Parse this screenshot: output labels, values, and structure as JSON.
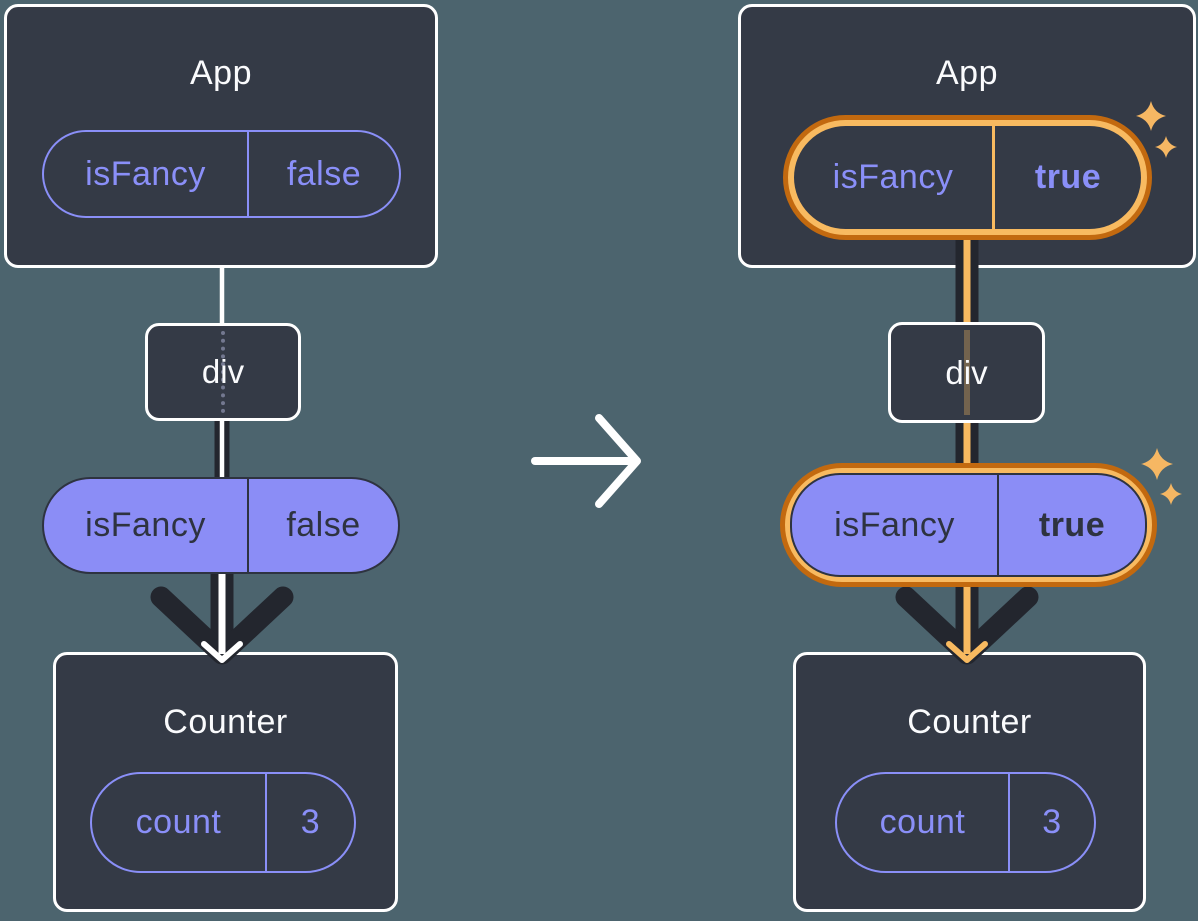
{
  "panels": {
    "before": {
      "app": {
        "title": "App",
        "prop": {
          "name": "isFancy",
          "value": "false"
        }
      },
      "div_node": {
        "title": "div"
      },
      "passed_prop": {
        "name": "isFancy",
        "value": "false"
      },
      "counter": {
        "title": "Counter",
        "state": {
          "name": "count",
          "value": "3"
        }
      }
    },
    "after": {
      "app": {
        "title": "App",
        "prop": {
          "name": "isFancy",
          "value": "true"
        }
      },
      "div_node": {
        "title": "div"
      },
      "passed_prop": {
        "name": "isFancy",
        "value": "true"
      },
      "counter": {
        "title": "Counter",
        "state": {
          "name": "count",
          "value": "3"
        }
      }
    }
  },
  "icons": {
    "transition_arrow": "→",
    "sparkle": "✦"
  },
  "colors": {
    "background": "#4C646E",
    "node_fill": "#343A46",
    "node_border": "#FFFFFF",
    "title_text": "#FAFBFD",
    "accent_violet": "#8A8FF8",
    "pill_fill_violet": "#8B8DF6",
    "text_dark": "#2E3340",
    "highlight_orange_light": "#F8BA60",
    "highlight_orange_dark": "#C2690F",
    "sparkle_orange": "#F6B763",
    "flow_line_dark": "#23262E",
    "flow_line_light": "#FFFFFF"
  }
}
